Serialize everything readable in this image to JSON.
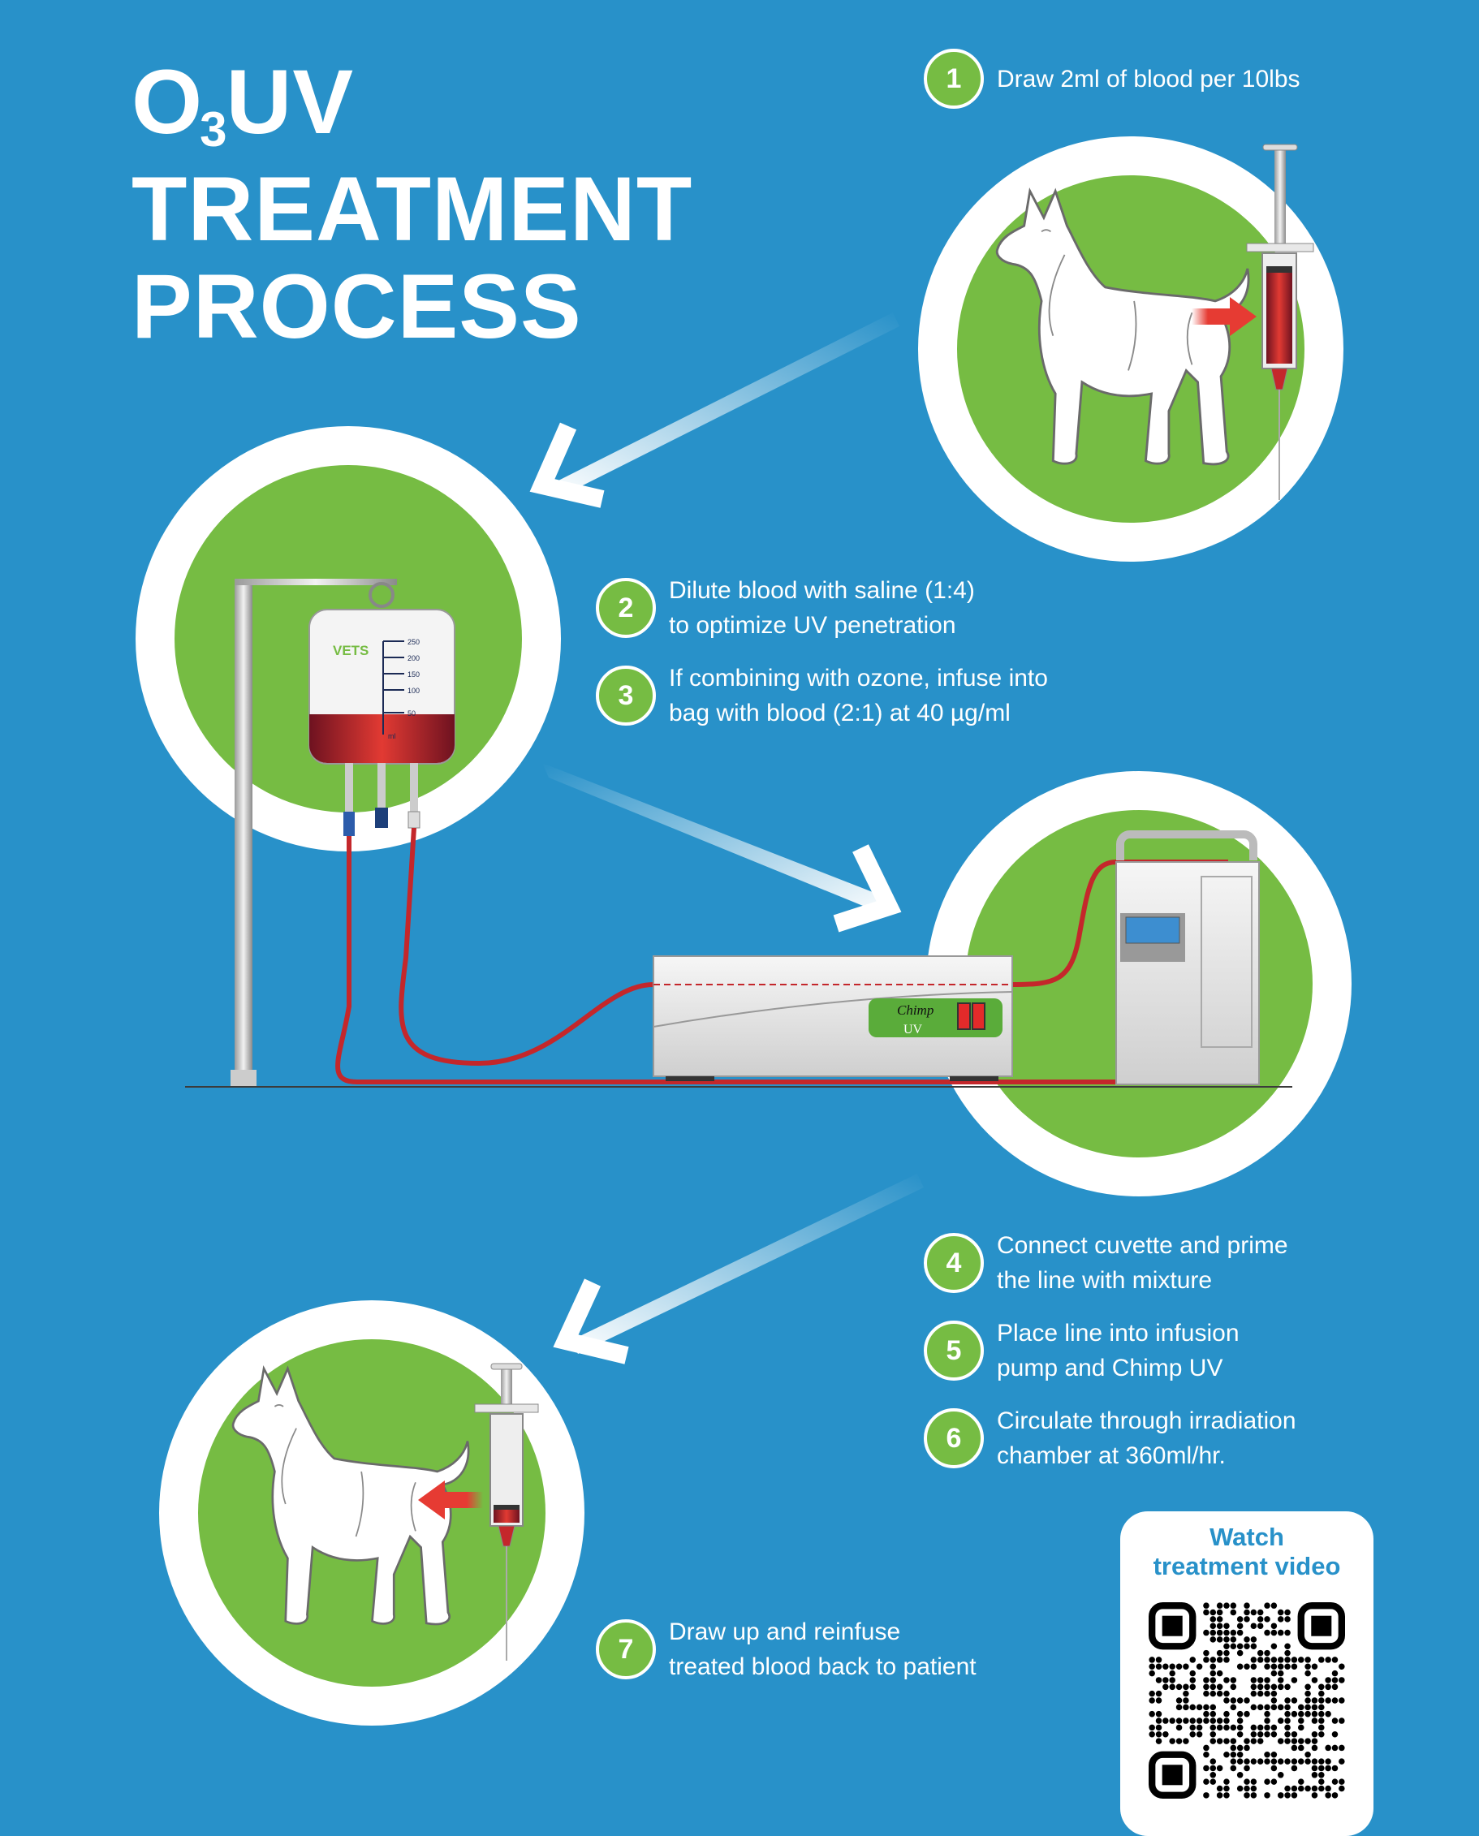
{
  "title": {
    "line1_main": "O",
    "line1_sub": "3",
    "line1_rest": "UV",
    "line2": "TREATMENT",
    "line3": "PROCESS"
  },
  "steps": [
    {
      "number": "1",
      "lines": [
        "Draw 2ml of blood per 10lbs"
      ]
    },
    {
      "number": "2",
      "lines": [
        "Dilute blood with saline (1:4)",
        "to optimize UV penetration"
      ]
    },
    {
      "number": "3",
      "lines": [
        "If combining with ozone, infuse into",
        "bag with blood (2:1) at 40 µg/ml"
      ]
    },
    {
      "number": "4",
      "lines": [
        "Connect cuvette and prime",
        "the line with mixture"
      ]
    },
    {
      "number": "5",
      "lines": [
        "Place line into infusion",
        "pump and Chimp UV"
      ]
    },
    {
      "number": "6",
      "lines": [
        "Circulate through irradiation",
        "chamber at 360ml/hr."
      ]
    },
    {
      "number": "7",
      "lines": [
        "Draw up and reinfuse",
        "treated blood back to patient"
      ]
    }
  ],
  "qr": {
    "line1": "Watch",
    "line2": "treatment video"
  },
  "logos": {
    "bag_brand": "VETS",
    "device_brand_script": "Chimp",
    "device_brand_uv": "UV"
  },
  "bag_scale": {
    "right": [
      "250",
      "200",
      "150",
      "100",
      "50"
    ],
    "unit": "ml"
  },
  "colors": {
    "background": "#2891c9",
    "green": "#76bc43",
    "blood": "#c4272b",
    "arrow_red": "#e63b33"
  }
}
